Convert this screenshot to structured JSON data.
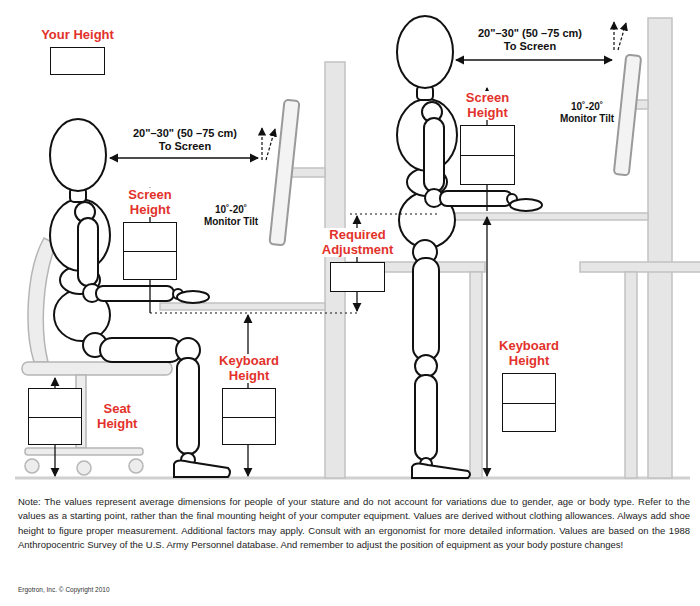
{
  "diagram": {
    "nodes": [
      {
        "text": [
          "Your Height"
        ]
      },
      {
        "text": [
          "Screen Height"
        ]
      },
      {
        "text": [
          "Keyboard Height"
        ]
      },
      {
        "text": [
          "Seat Height"
        ]
      },
      {
        "text": [
          "Required Adjustment"
        ]
      },
      {
        "text": [
          "Screen Height"
        ]
      },
      {
        "text": [
          "Keyboard Height"
        ]
      }
    ],
    "labels": [
      "20\"–30\" (50 –75 cm) To Screen",
      "10˚-20˚ Monitor Tilt",
      "20\"–30\" (50 –75 cm) To Screen",
      "10˚-20˚ Monitor Tilt",
      "Note: The values represent average dimensions for people of your stature and do not account for variations due to gender, age or body type. Refer to the values as a starting point, rather than the final mounting height of your computer equipment. Values are derived without clothing allowances. Always add shoe height to figure proper measurement. Additional factors may apply. Consult with an ergonomist for more detailed information. Values are based on the 1988 Anthropocentric Survey of the U.S. Army Personnel database. And remember to adjust the position of equipment as your body posture changes!",
      "Ergotron, Inc. © Copyright 2010"
    ]
  }
}
